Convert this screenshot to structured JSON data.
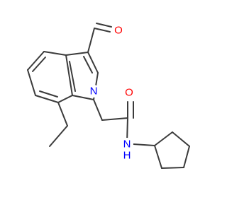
{
  "molecule": {
    "atoms": {
      "oxygen_aldehyde": "O",
      "nitrogen_indole": "N",
      "oxygen_amide": "O",
      "nitrogen_amide": "N",
      "nitrogen_amide_h": "H"
    },
    "colors": {
      "bond": "#3b3b3b",
      "oxygen": "#ff0000",
      "nitrogen": "#0000ff"
    }
  }
}
